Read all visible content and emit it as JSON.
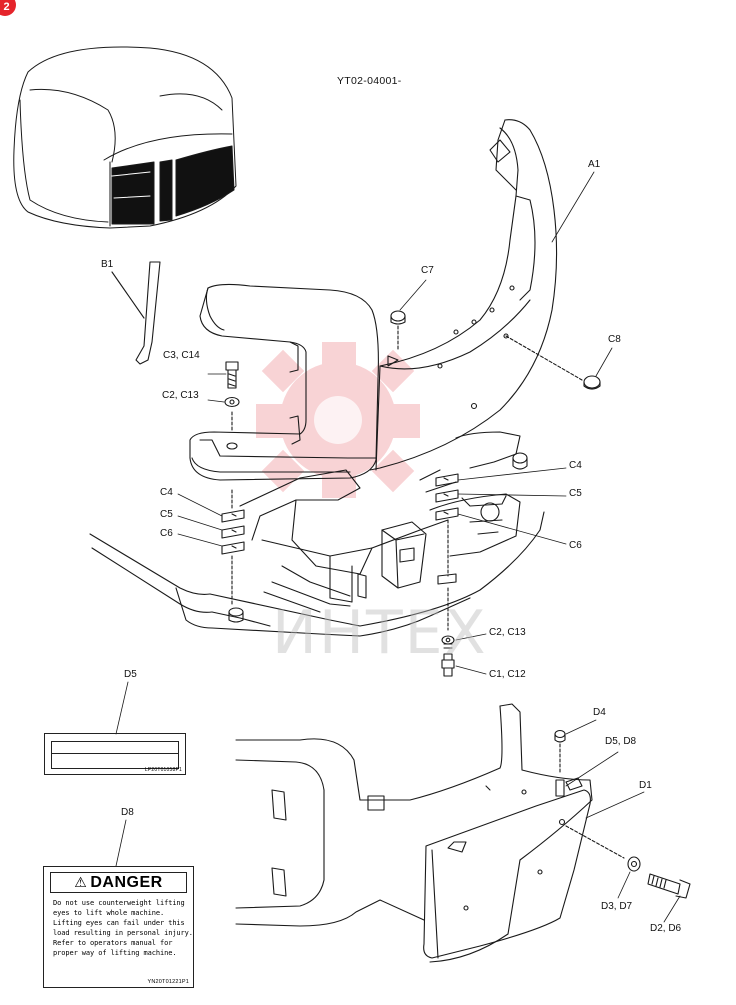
{
  "badge": "2",
  "doc_code": "YT02-04001-",
  "watermark": "ИНТЕХ",
  "callouts": {
    "a1": "A1",
    "b1": "B1",
    "c7": "C7",
    "c8": "C8",
    "c3_c14": "C3, C14",
    "c2_c13_left": "C2, C13",
    "c4_right": "C4",
    "c5_right": "C5",
    "c6_right": "C6",
    "c4_left": "C4",
    "c5_left": "C5",
    "c6_left": "C6",
    "c2_c13_right": "C2, C13",
    "c1_c12": "C1, C12",
    "d5": "D5",
    "d4": "D4",
    "d5_d8": "D5, D8",
    "d1": "D1",
    "d8": "D8",
    "d3_d7": "D3, D7",
    "d2_d6": "D2, D6"
  },
  "decal_d5": {
    "code": "LP20T01058P1"
  },
  "decal_d8": {
    "heading": "DANGER",
    "lines": [
      "Do not use counterweight lifting",
      "eyes to lift whole machine.",
      "Lifting eyes can fail under this",
      "load resulting in personal injury.",
      "Refer to operators manual for",
      "proper way of lifting machine."
    ],
    "code": "YN20T01221P1"
  },
  "colors": {
    "line": "#1a1a1a",
    "watermark_red": "#e8646b",
    "badge": "#e5242b"
  }
}
